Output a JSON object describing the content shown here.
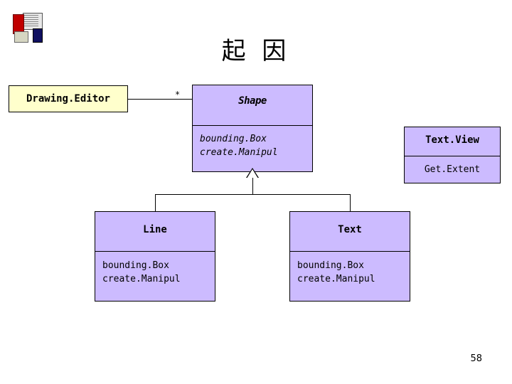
{
  "slide": {
    "title": "起 因",
    "page_number": "58",
    "logo_name": "books-logo"
  },
  "diagram": {
    "type": "uml-class-diagram",
    "classes": [
      {
        "id": "drawing-editor",
        "name": "Drawing.Editor",
        "fill": "#ffffcc",
        "members": []
      },
      {
        "id": "shape",
        "name": "Shape",
        "fill": "#ccbbff",
        "abstract": true,
        "members": [
          "bounding.Box",
          "create.Manipul"
        ]
      },
      {
        "id": "textview",
        "name": "Text.View",
        "fill": "#ccbbff",
        "members": [
          "Get.Extent"
        ]
      },
      {
        "id": "line",
        "name": "Line",
        "fill": "#ccbbff",
        "members": [
          "bounding.Box",
          "create.Manipul"
        ]
      },
      {
        "id": "text",
        "name": "Text",
        "fill": "#ccbbff",
        "members": [
          "bounding.Box",
          "create.Manipul"
        ]
      }
    ],
    "association_multiplicity": "*"
  }
}
